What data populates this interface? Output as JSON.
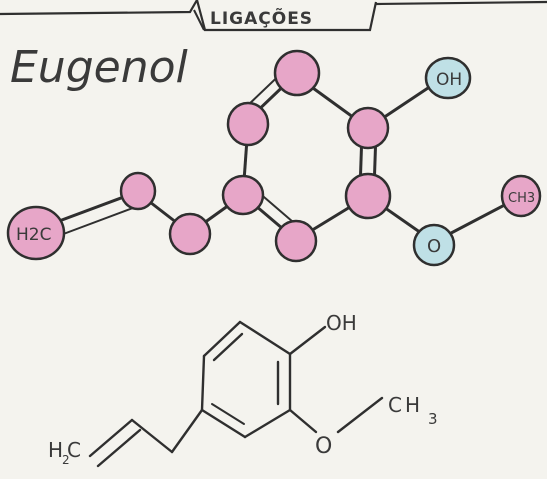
{
  "header": {
    "tab_label": "LIGAÇÕES"
  },
  "title": "Eugenol",
  "model": {
    "labels": {
      "hydroxyl": "OH",
      "oxygen": "O",
      "methyl": "CH3",
      "vinyl": "H2C"
    }
  },
  "structure": {
    "labels": {
      "hydroxyl": "OH",
      "oxygen": "O",
      "methyl_c": "CH",
      "methyl_sub": "3",
      "vinyl_h": "H",
      "vinyl_sub": "2",
      "vinyl_c": "C"
    }
  },
  "colors": {
    "atom_carbon": "#e7a6c8",
    "atom_oxygen": "#bfe0e6",
    "ink": "#2f2f2f"
  }
}
